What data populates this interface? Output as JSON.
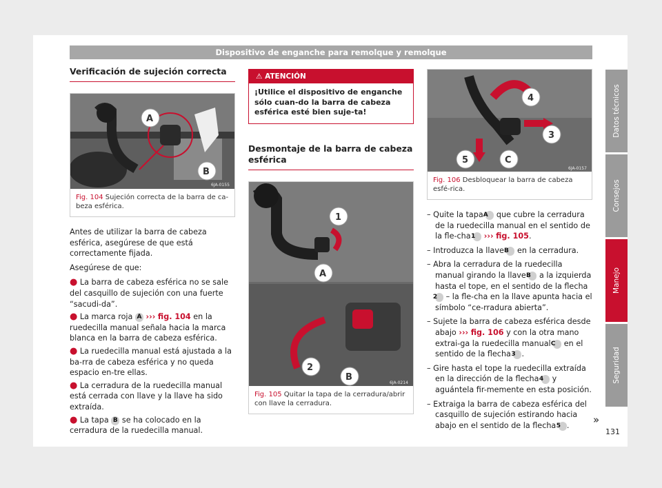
{
  "header": {
    "title": "Dispositivo de enganche para remolque y remolque"
  },
  "col1": {
    "title": "Verificación de sujeción correcta",
    "figure": {
      "number": "Fig. 104",
      "caption": "Sujeción correcta de la barra de ca-beza esférica.",
      "code": "6JA-0155",
      "labels": [
        "A",
        "B"
      ]
    },
    "intro": "Antes de utilizar la barra de cabeza esférica, asegúrese de que está correctamente fijada.",
    "lead": "Asegúrese de que:",
    "bullets": [
      {
        "text": "La barra de cabeza esférica no se sale del casquillo de sujeción con una fuerte “sacudi-da”."
      },
      {
        "pre": "La marca roja",
        "key": "A",
        "arrow": "›››",
        "ref": "fig. 104",
        "post": "en la ruedecilla manual señala hacia la marca blanca en la barra de cabeza esférica."
      },
      {
        "text": "La ruedecilla manual está ajustada a la ba-rra de cabeza esférica y no queda espacio en-tre ellas."
      },
      {
        "text": "La cerradura de la ruedecilla manual está cerrada con llave y la llave ha sido extraída."
      },
      {
        "pre": "La tapa",
        "key": "B",
        "post": "se ha colocado en la cerradura de la ruedecilla manual."
      }
    ]
  },
  "col2": {
    "warning": {
      "icon": "warning-triangle-icon",
      "heading": "ATENCIÓN",
      "text": "¡Utilice el dispositivo de enganche sólo cuan-do la barra de cabeza esférica esté bien suje-ta!"
    },
    "title": "Desmontaje de la barra de cabeza esférica",
    "figure": {
      "number": "Fig. 105",
      "caption": "Quitar la tapa de la cerradura/abrir con llave la cerradura.",
      "code": "6JA-0214",
      "labels": [
        "1",
        "A",
        "2",
        "B"
      ]
    }
  },
  "col3": {
    "figure": {
      "number": "Fig. 106",
      "caption": "Desbloquear la barra de cabeza esfé-rica.",
      "code": "6JA-0157",
      "labels": [
        "4",
        "3",
        "5",
        "C"
      ]
    },
    "steps": [
      {
        "t1": "Quite la tapa",
        "k1": "A",
        "t2": "que cubre la cerradura de la ruedecilla manual en el sentido de la fle-cha",
        "k2": "1",
        "arrow": "›››",
        "ref": "fig. 105",
        "t3": "."
      },
      {
        "t1": "Introduzca la llave",
        "k1": "B",
        "t2": "en la cerradura."
      },
      {
        "t1": "Abra la cerradura de la ruedecilla manual girando la llave",
        "k1": "B",
        "t2": "a la izquierda hasta el tope, en el sentido de la flecha",
        "k2": "2",
        "t3": "– la fle-cha en la llave apunta hacia el símbolo “ce-rradura abierta”."
      },
      {
        "t1": "Sujete la barra de cabeza esférica desde abajo",
        "arrow": "›››",
        "ref": "fig. 106",
        "t2": "y con la otra mano extrai-ga la ruedecilla manual",
        "k1": "C",
        "t3": "en el sentido de la flecha",
        "k2": "3",
        "t4": "."
      },
      {
        "t1": "Gire hasta el tope la ruedecilla extraída en la dirección de la flecha",
        "k1": "4",
        "t2": "y aguántela fir-memente en esta posición."
      },
      {
        "t1": "Extraiga la barra de cabeza esférica del casquillo de sujeción estirando hacia abajo en el sentido de la flecha",
        "k1": "5",
        "t2": "."
      }
    ],
    "continue": "»"
  },
  "sidetabs": [
    {
      "label": "Datos técnicos",
      "active": false
    },
    {
      "label": "Consejos",
      "active": false
    },
    {
      "label": "Manejo",
      "active": true
    },
    {
      "label": "Seguridad",
      "active": false
    }
  ],
  "page_number": "131",
  "colors": {
    "accent": "#c8102e",
    "tab_gray": "#9b9b9b",
    "header_gray": "#a7a7a7"
  }
}
